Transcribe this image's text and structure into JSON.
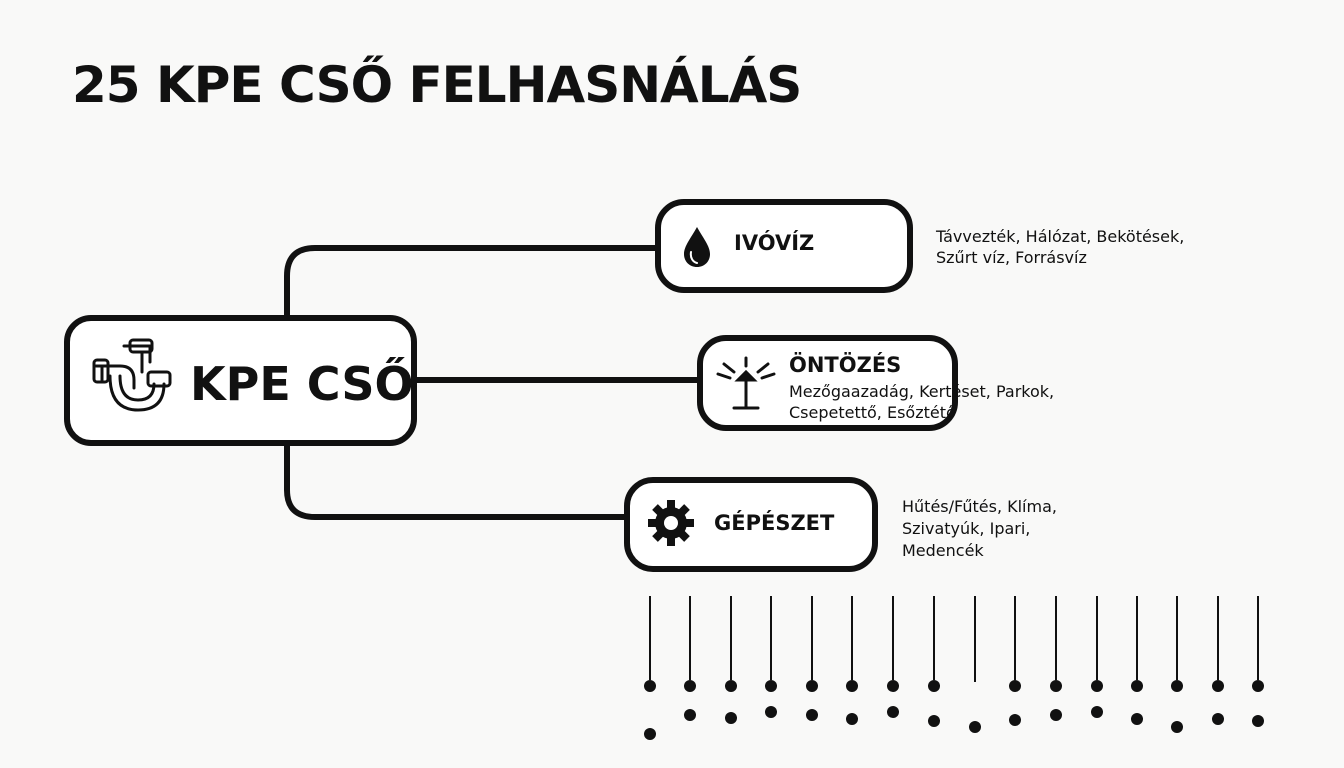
{
  "title": "25 KPE CSŐ FELHASNÁLÁS",
  "root": {
    "label": "KPE CSŐ",
    "icon": "pipe-fitting-icon"
  },
  "branches": [
    {
      "label": "IVÓVÍZ",
      "icon": "water-drop-icon",
      "details": [
        "Távvezték, Hálózat, Bekötések,",
        "Szűrt víz, Forrásvíz"
      ]
    },
    {
      "label": "ÖNTÖZÉS",
      "icon": "sprinkler-icon",
      "details": [
        "Mezőgaazadág, Kertéset, Parkok,",
        "Csepetettő, Esőztétő"
      ]
    },
    {
      "label": "GÉPÉSZET",
      "icon": "gear-icon",
      "details": [
        "Hűtés/Fűtés, Klíma,",
        "Szivatyúk, Ipari,",
        "Medencék"
      ]
    }
  ],
  "colors": {
    "ink": "#111111",
    "background": "#f9f9f8",
    "box_fill": "#ffffff"
  }
}
